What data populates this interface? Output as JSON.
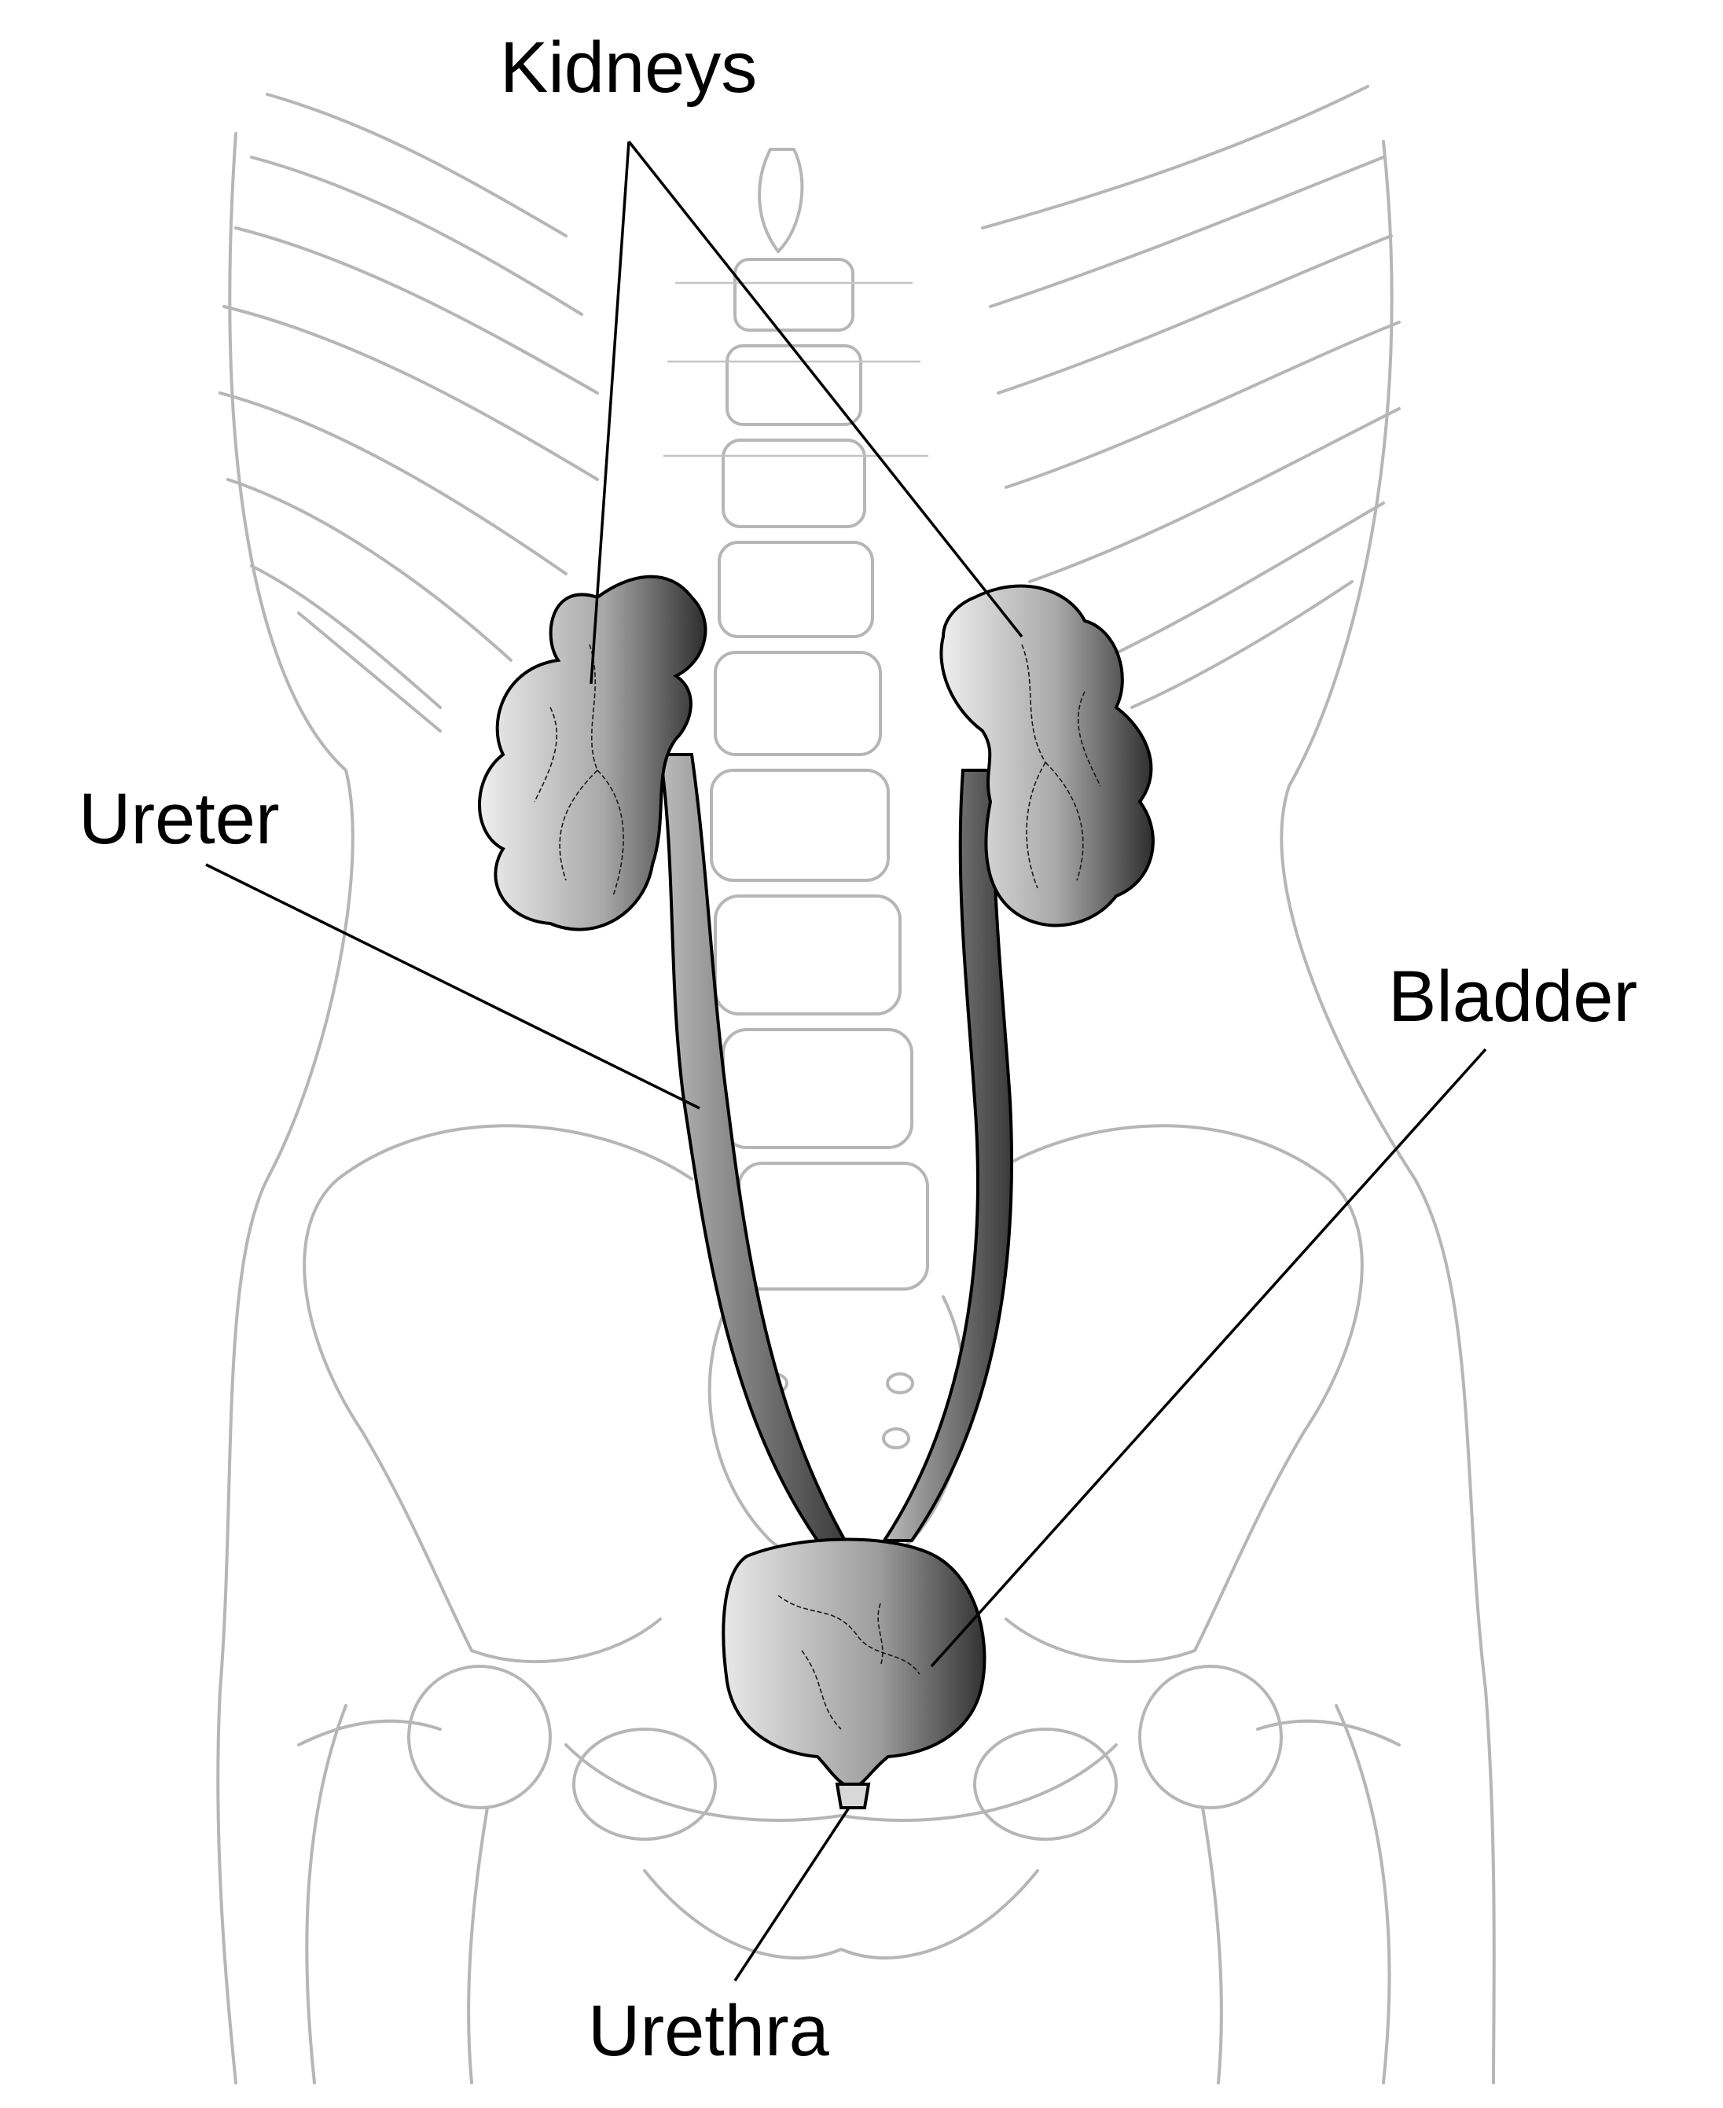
{
  "labels": {
    "kidneys": "Kidneys",
    "ureter": "Ureter",
    "bladder": "Bladder",
    "urethra": "Urethra"
  },
  "colors": {
    "skeleton": "#b6b6b6",
    "organ_light": "#e6e6e6",
    "organ_dark": "#3a3a3a",
    "label_text": "#000000"
  }
}
